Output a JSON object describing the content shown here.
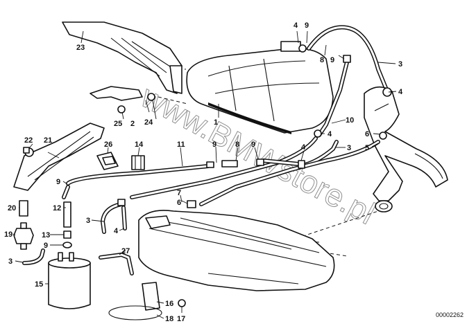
{
  "watermark": "www.BMWstore.pl",
  "reference": "00002262",
  "callouts": {
    "c1": "1",
    "c2": "2",
    "c3a": "3",
    "c3b": "3",
    "c3c": "3",
    "c3d": "3",
    "c4a": "4",
    "c4b": "4",
    "c4c": "4",
    "c4d": "4",
    "c5": "5",
    "c6a": "6",
    "c6b": "6",
    "c7": "7",
    "c8a": "8",
    "c8b": "8",
    "c9a": "9",
    "c9b": "9",
    "c9c": "9",
    "c9d": "9",
    "c9e": "9",
    "c9f": "9",
    "c10": "10",
    "c11": "11",
    "c12": "12",
    "c13": "13",
    "c14": "14",
    "c15": "15",
    "c16": "16",
    "c17": "17",
    "c18": "18",
    "c19": "19",
    "c20": "20",
    "c21": "21",
    "c22": "22",
    "c23": "23",
    "c24": "24",
    "c25": "25",
    "c26": "26",
    "c27": "27"
  }
}
